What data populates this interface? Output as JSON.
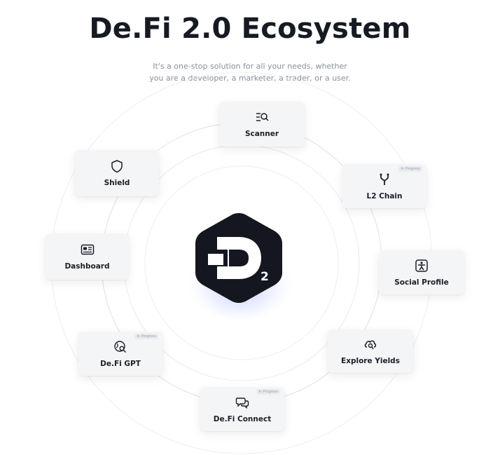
{
  "header": {
    "title": "De.Fi 2.0 Ecosystem",
    "subtitle_line1": "It's a one-stop solution for all your needs, whether",
    "subtitle_line2": "you are a developer, a marketer, a trader, or a user."
  },
  "center": {
    "logo_subscript": "2",
    "icon": "defi-logo-icon"
  },
  "cards": [
    {
      "label": "Scanner",
      "icon": "scanner-icon",
      "badge": ""
    },
    {
      "label": "L2 Chain",
      "icon": "fork-icon",
      "badge": "In Progress"
    },
    {
      "label": "Social Profile",
      "icon": "person-icon",
      "badge": ""
    },
    {
      "label": "Explore Yields",
      "icon": "cloud-search-icon",
      "badge": ""
    },
    {
      "label": "De.Fi Connect",
      "icon": "chat-icon",
      "badge": "In Progress"
    },
    {
      "label": "De.Fi GPT",
      "icon": "globe-search-icon",
      "badge": "In Progress"
    },
    {
      "label": "Dashboard",
      "icon": "id-card-icon",
      "badge": ""
    },
    {
      "label": "Shield",
      "icon": "shield-icon",
      "badge": ""
    }
  ],
  "colors": {
    "background": "#ffffff",
    "card": "#f4f5f7",
    "logo_dark": "#14171f",
    "glow": "#8fa3ff",
    "ring": "#e3e5ea"
  }
}
